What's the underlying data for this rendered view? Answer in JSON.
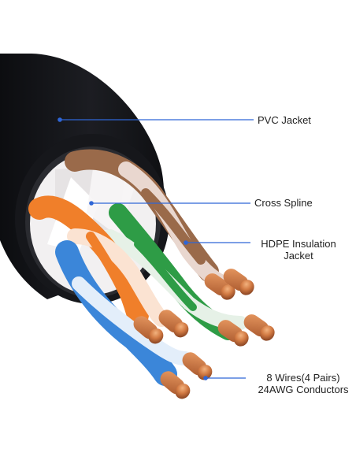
{
  "callouts": {
    "pvc_jacket": "PVC Jacket",
    "cross_spline": "Cross Spline",
    "hdpe_line1": "HDPE Insulation",
    "hdpe_line2": "Jacket",
    "wires_line1": "8 Wires(4 Pairs)",
    "wires_line2": "24AWG Conductors"
  },
  "colors": {
    "jacket": "#141518",
    "spline": "#ece9ea",
    "callout_line": "#2f66d6",
    "orange_wire": "#f07f2a",
    "blue_wire": "#3b86d9",
    "green_wire": "#2e9c46",
    "brown_wire": "#9a6a4a",
    "copper": "#c9703e"
  }
}
